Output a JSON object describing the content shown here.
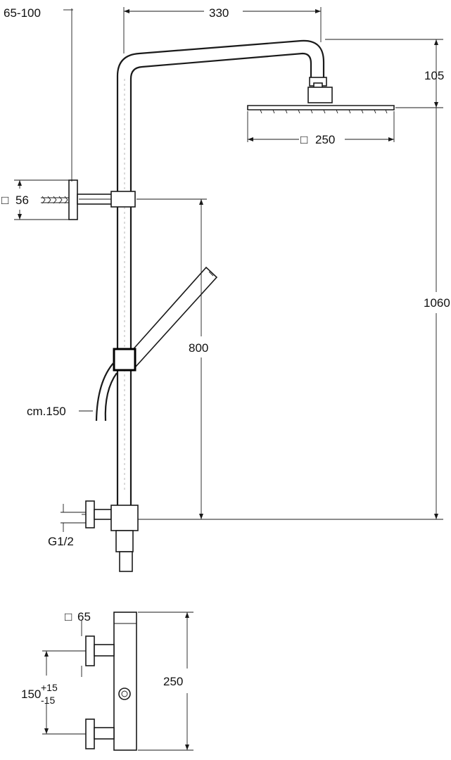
{
  "dimensions": {
    "wall_distance": "65-100",
    "arm_reach": "330",
    "head_height": "105",
    "head_size": "250",
    "bracket_size": "56",
    "bar_height": "1060",
    "handshower_height": "800",
    "hose_length": "cm.150",
    "thread": "G1/2",
    "flange_size": "65",
    "mixer_length": "250",
    "spacing_main": "150",
    "spacing_plus": "+15",
    "spacing_minus": "-15"
  },
  "symbols": {
    "square": "□"
  },
  "colors": {
    "line": "#1a1a1a",
    "background": "#ffffff"
  }
}
